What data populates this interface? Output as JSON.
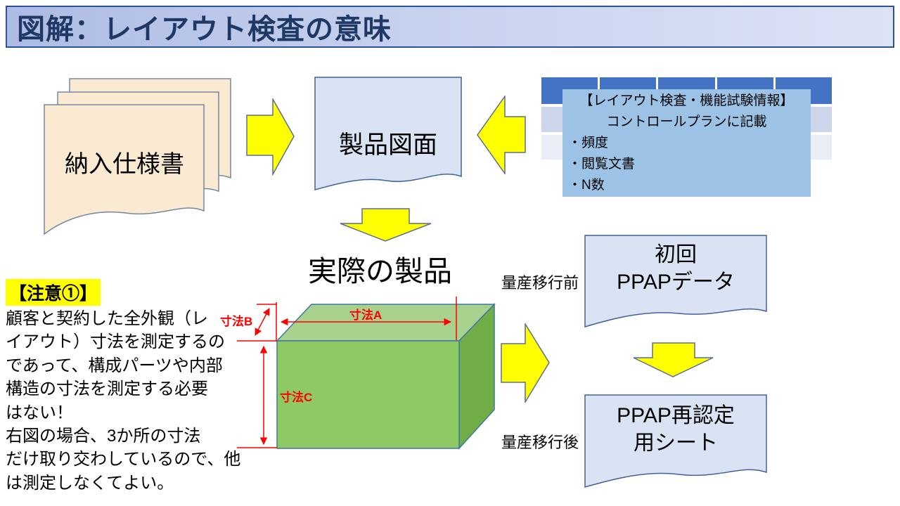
{
  "title": "図解：レイアウト検査の意味",
  "flow": {
    "spec_doc_label": "納入仕様書",
    "drawing_doc_label": "製品図面",
    "actual_product_label": "実際の製品",
    "info_box": {
      "heading": "【レイアウト検査・機能試験情報】",
      "subheading": "コントロールプランに記載",
      "items": [
        "・頻度",
        "・閲覧文書",
        "・N数"
      ]
    },
    "before_label": "量産移行前",
    "after_label": "量産移行後",
    "initial_ppap": {
      "line1": "初回",
      "line2": "PPAPデータ"
    },
    "requalification": {
      "line1": "PPAP再認定",
      "line2": "用シート"
    }
  },
  "note": {
    "title": "【注意①】",
    "lines": [
      "顧客と契約した全外観（レ",
      "イアウト）寸法を測定するの",
      "であって、構成パーツや内部",
      "構造の寸法を測定する必要",
      "はない！",
      "右図の場合、3か所の寸法",
      "だけ取り交わしているので、他",
      "は測定しなくてよい。"
    ]
  },
  "dimensions": {
    "a": "寸法A",
    "b": "寸法B",
    "c": "寸法C"
  },
  "colors": {
    "title_text": "#1F3864",
    "arrow_fill": "#FFFF00",
    "table_header": "#4472C4",
    "info_box_bg": "#9CC2E5",
    "doc_blue": "#DAE3F3",
    "doc_cream": "#FBEAD2",
    "box_front": "#8EC963",
    "box_top": "#A9D18E",
    "box_side": "#70AD47",
    "dimension_red": "#FF0000",
    "note_highlight": "#FFFF00"
  }
}
